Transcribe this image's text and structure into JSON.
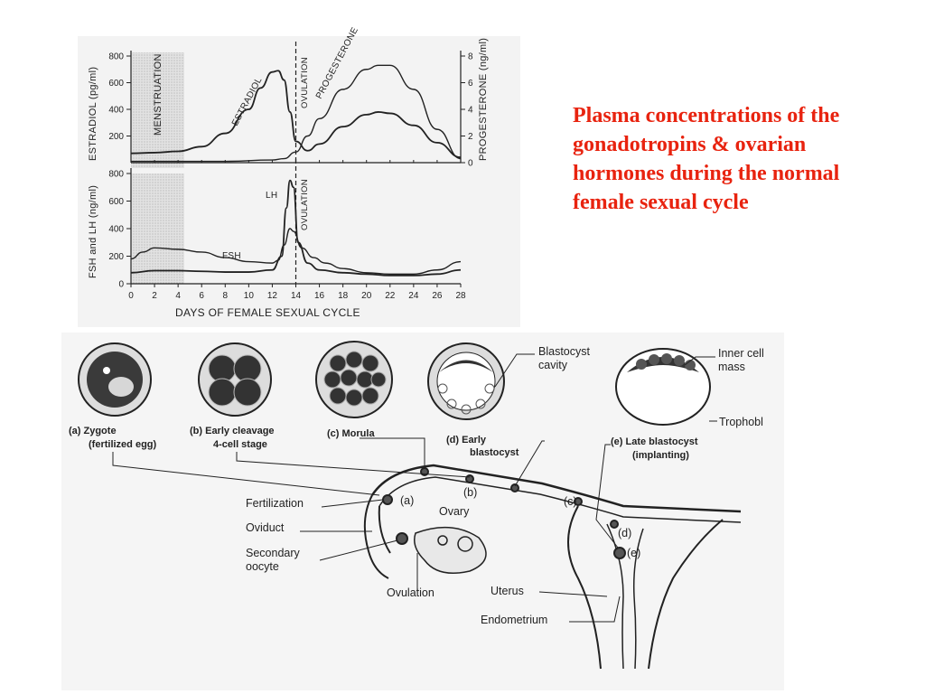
{
  "title_lines": [
    "Plasma concentrations of the",
    "gonadotropins & ovarian",
    "hormones during the normal",
    "female sexual cycle"
  ],
  "colors": {
    "title": "#e8230f",
    "ink": "#222222",
    "paper": "#f2f2f2"
  },
  "chart_data": [
    {
      "type": "line",
      "xlabel": "DAYS OF FEMALE SEXUAL CYCLE",
      "ylabel_left": "ESTRADIOL (pg/ml)",
      "ylabel_right": "PROGESTERONE (ng/ml)",
      "x_ticks": [
        0,
        2,
        4,
        6,
        8,
        10,
        12,
        14,
        16,
        18,
        20,
        22,
        24,
        26,
        28
      ],
      "ylim_left": [
        0,
        800
      ],
      "y_ticks_left": [
        200,
        400,
        600,
        800
      ],
      "ylim_right": [
        0,
        8
      ],
      "y_ticks_right": [
        0,
        2,
        4,
        6,
        8
      ],
      "annotations": {
        "menstruation": "MENSTRUATION",
        "ovulation": "OVULATION"
      },
      "series": [
        {
          "name": "ESTRADIOL",
          "x": [
            0,
            2,
            4,
            6,
            8,
            10,
            11,
            12,
            12.5,
            13,
            13.5,
            14,
            15,
            16,
            18,
            20,
            21,
            22,
            24,
            26,
            28
          ],
          "y": [
            70,
            75,
            85,
            120,
            220,
            400,
            560,
            680,
            690,
            620,
            380,
            160,
            90,
            140,
            270,
            360,
            380,
            370,
            280,
            150,
            40
          ]
        },
        {
          "name": "PROGESTERONE",
          "x": [
            0,
            4,
            8,
            12,
            13,
            14,
            15,
            16,
            18,
            20,
            21,
            22,
            24,
            26,
            28
          ],
          "y": [
            0.1,
            0.1,
            0.1,
            0.2,
            0.3,
            0.8,
            2,
            3.3,
            5.5,
            7,
            7.3,
            7.3,
            5.5,
            2.5,
            0.3
          ]
        }
      ]
    },
    {
      "type": "line",
      "xlabel": "DAYS OF FEMALE SEXUAL CYCLE",
      "ylabel_left": "FSH and LH (ng/ml)",
      "ylim_left": [
        0,
        800
      ],
      "y_ticks_left": [
        0,
        200,
        400,
        600,
        800
      ],
      "x_ticks": [
        0,
        2,
        4,
        6,
        8,
        10,
        12,
        14,
        16,
        18,
        20,
        22,
        24,
        26,
        28
      ],
      "annotations": {
        "ovulation": "OVULATION"
      },
      "series": [
        {
          "name": "LH",
          "x": [
            0,
            2,
            4,
            6,
            8,
            10,
            12,
            12.8,
            13.2,
            13.5,
            13.8,
            14.2,
            15,
            16,
            18,
            20,
            22,
            24,
            26,
            28
          ],
          "y": [
            80,
            95,
            95,
            90,
            85,
            85,
            100,
            200,
            550,
            750,
            700,
            300,
            150,
            100,
            80,
            70,
            60,
            60,
            70,
            100
          ]
        },
        {
          "name": "FSH",
          "x": [
            0,
            1,
            2,
            4,
            6,
            8,
            10,
            12,
            12.5,
            13,
            13.5,
            13.8,
            14.5,
            15.5,
            16.5,
            18,
            20,
            22,
            24,
            26,
            28
          ],
          "y": [
            180,
            230,
            260,
            250,
            230,
            190,
            160,
            150,
            170,
            280,
            400,
            380,
            260,
            190,
            150,
            110,
            80,
            70,
            70,
            100,
            160
          ]
        }
      ]
    }
  ],
  "diagram": {
    "stages": {
      "a": {
        "line1": "(a) Zygote",
        "line2": "(fertilized egg)"
      },
      "b": {
        "line1": "(b) Early cleavage",
        "line2": "4-cell stage"
      },
      "c": {
        "line1": "(c) Morula"
      },
      "d": {
        "line1": "(d) Early",
        "line2": "blastocyst"
      },
      "e": {
        "line1": "(e) Late blastocyst",
        "line2": "(implanting)"
      }
    },
    "callouts": {
      "blastocyst_cavity": [
        "Blastocyst",
        "cavity"
      ],
      "inner_cell_mass": [
        "Inner cell",
        "mass"
      ],
      "trophoblast": "Trophobl"
    },
    "labels": {
      "fertilization": "Fertilization",
      "oviduct": "Oviduct",
      "secondary_oocyte": [
        "Secondary",
        "oocyte"
      ],
      "ovulation": "Ovulation",
      "ovary": "Ovary",
      "uterus": "Uterus",
      "endometrium": "Endometrium"
    },
    "site_markers": [
      "(a)",
      "(b)",
      "(c)",
      "(d)",
      "(e)"
    ]
  }
}
